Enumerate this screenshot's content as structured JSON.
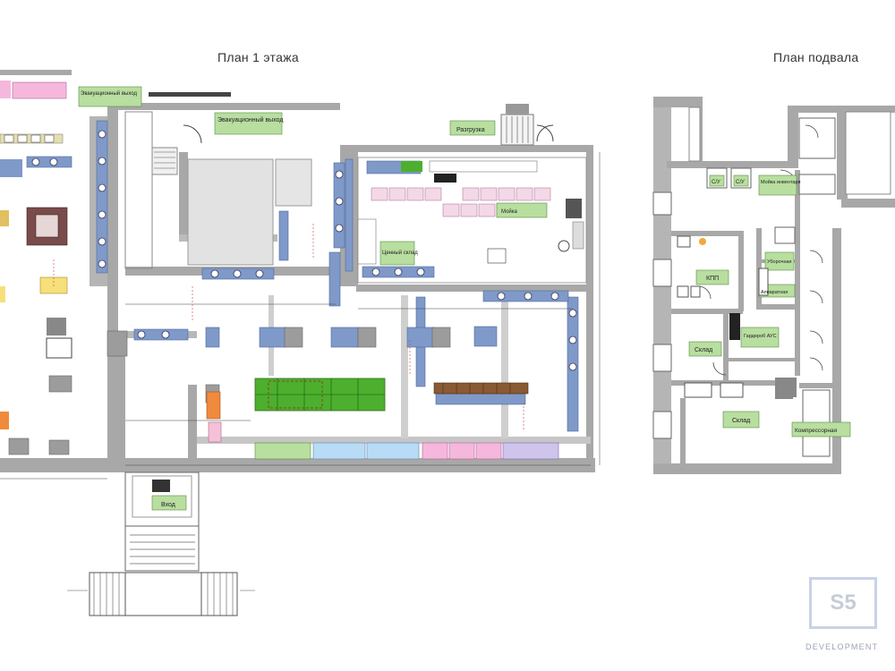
{
  "titles": {
    "floor1": "План 1 этажа",
    "basement": "План подвала"
  },
  "floor1_labels": {
    "evac_exit_top_left": "Эвакуационный выход",
    "evac_exit_center": "Эвакуационный выход",
    "unloading": "Разгрузка",
    "dry_storage": "Ценный склад",
    "washing": "Мойка",
    "entrance": "Вход"
  },
  "basement_labels": {
    "wc1": "С/У",
    "wc2": "С/У",
    "washing_equipment": "Мойка инвентаря",
    "kpp": "КПП",
    "cleaning_room": "Уборочная",
    "storage_room": "Аппаратная",
    "warehouse1": "Склад",
    "wardrobe": "Гардероб АУС",
    "warehouse2": "Склад",
    "compressor": "Компрессорная"
  },
  "colors": {
    "wall": "#a8a8a8",
    "wall_dark": "#8a8a8a",
    "equip_blue": "#7f99c9",
    "label_green": "#b8dea0",
    "green_counter": "#4caf2e",
    "pink": "#f5b8dc",
    "light_blue": "#b8dcf5"
  },
  "logo": {
    "mark": "S5",
    "sub": "DEVELOPMENT"
  }
}
